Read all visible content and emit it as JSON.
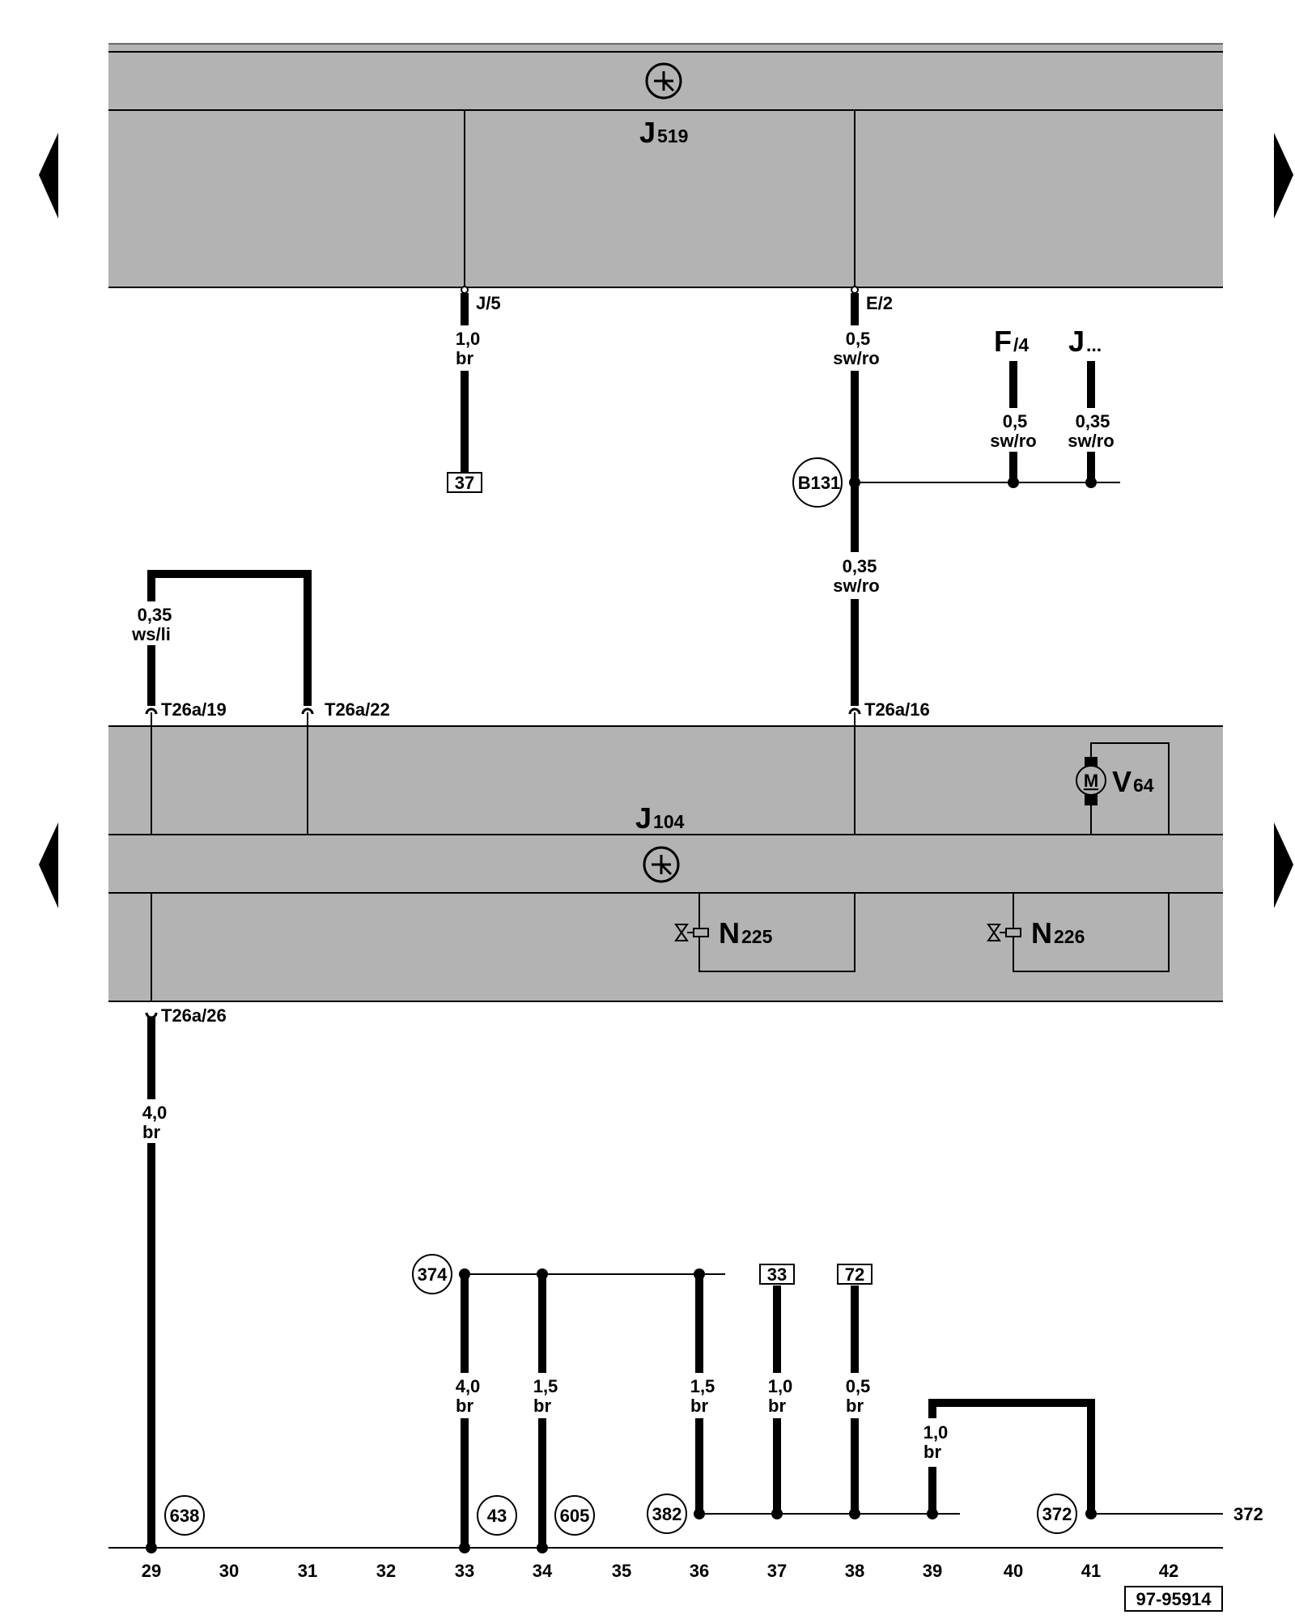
{
  "components": {
    "j519": {
      "name": "J",
      "sub": "519"
    },
    "j104": {
      "name": "J",
      "sub": "104"
    },
    "v64": {
      "name": "V",
      "sub": "64"
    },
    "n225": {
      "name": "N",
      "sub": "225"
    },
    "n226": {
      "name": "N",
      "sub": "226"
    },
    "f": {
      "name": "F",
      "sub": "/4"
    },
    "j_dots": {
      "name": "J",
      "sub": "..."
    }
  },
  "pins": {
    "j5": "J/5",
    "e2": "E/2",
    "t19": "T26a/19",
    "t22": "T26a/22",
    "t16": "T26a/16",
    "t26": "T26a/26"
  },
  "wires": {
    "w_j5": {
      "size": "1,0",
      "color": "br"
    },
    "w_e2": {
      "size": "0,5",
      "color": "sw/ro"
    },
    "w_f4": {
      "size": "0,5",
      "color": "sw/ro"
    },
    "w_jdots": {
      "size": "0,35",
      "color": "sw/ro"
    },
    "w_t16": {
      "size": "0,35",
      "color": "sw/ro"
    },
    "w_loop": {
      "size": "0,35",
      "color": "ws/li"
    },
    "w_t26": {
      "size": "4,0",
      "color": "br"
    },
    "w_33": {
      "size": "4,0",
      "color": "br"
    },
    "w_34": {
      "size": "1,5",
      "color": "br"
    },
    "w_36": {
      "size": "1,5",
      "color": "br"
    },
    "w_37": {
      "size": "1,0",
      "color": "br"
    },
    "w_38": {
      "size": "0,5",
      "color": "br"
    },
    "w_39": {
      "size": "1,0",
      "color": "br"
    }
  },
  "refs": {
    "box_37": "37",
    "box_33": "33",
    "box_72": "72",
    "b131": "B131",
    "c374": "374",
    "c638": "638",
    "c43": "43",
    "c605": "605",
    "c382": "382",
    "c372": "372",
    "continue_372": "372"
  },
  "scale": [
    "29",
    "30",
    "31",
    "32",
    "33",
    "34",
    "35",
    "36",
    "37",
    "38",
    "39",
    "40",
    "41",
    "42"
  ],
  "image_id": "97-95914",
  "colors": {
    "module_fill": "#b3b3b3",
    "line": "#000000",
    "background": "#ffffff"
  }
}
